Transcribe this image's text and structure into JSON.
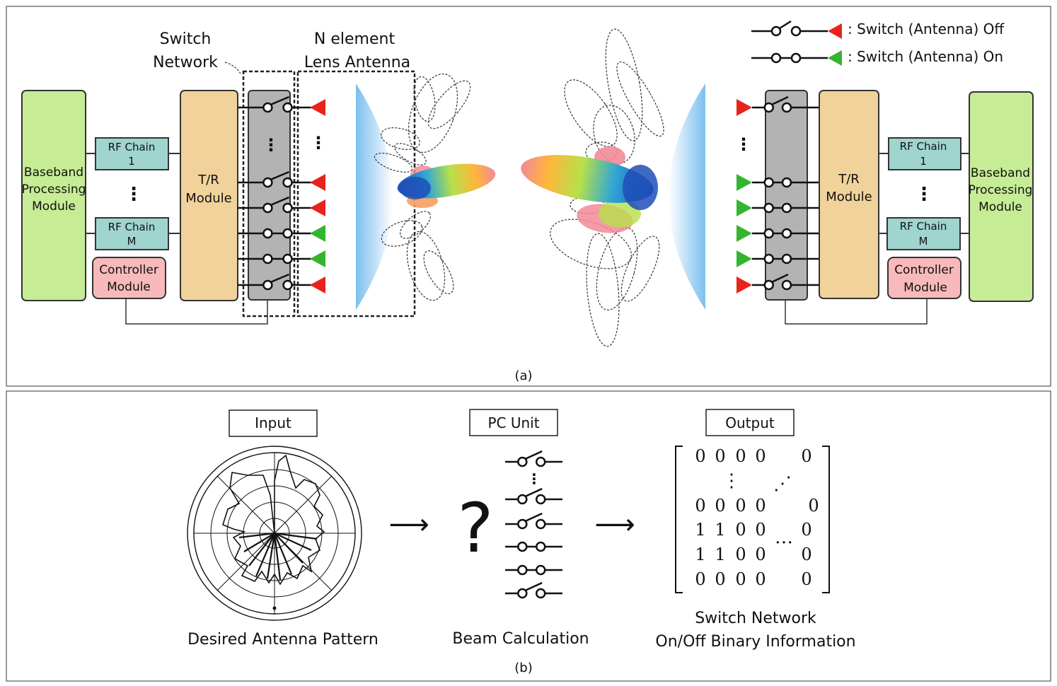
{
  "panel_a": {
    "label": "(a)",
    "switch_network_label": [
      "Switch",
      "Network"
    ],
    "lens_label": [
      "N element",
      "Lens Antenna"
    ],
    "legend_off": ": Switch (Antenna) Off",
    "legend_on": ": Switch (Antenna) On",
    "baseband": [
      "Baseband",
      "Processing",
      "Module"
    ],
    "rf_chain_1": [
      "RF Chain",
      "1"
    ],
    "rf_chain_m": [
      "RF Chain",
      "M"
    ],
    "tr_module": [
      "T/R",
      "Module"
    ],
    "controller": [
      "Controller",
      "Module"
    ],
    "ellipsis_v": "⋮",
    "colors": {
      "baseband": "#c6ec95",
      "rf": "#9fd4cf",
      "tr": "#f1d29a",
      "controller": "#f7b9b9",
      "switch_bank": "#b3b3b3",
      "antenna_off": "#e8231c",
      "antenna_on": "#35b52f",
      "lens": "#8cc8ef"
    }
  },
  "panel_b": {
    "label": "(b)",
    "input_label": "Input",
    "input_caption": "Desired Antenna Pattern",
    "pc_label": "PC Unit",
    "pc_symbol": "?",
    "pc_caption": "Beam Calculation",
    "output_label": "Output",
    "output_caption": [
      "Switch Network",
      "On/Off Binary Information"
    ],
    "arrow": "⟶",
    "matrix_rows": [
      [
        "0",
        "0",
        "0",
        "0",
        "0"
      ],
      [
        "0",
        "0",
        "0",
        "0",
        "0"
      ],
      [
        "1",
        "1",
        "0",
        "0",
        "0"
      ],
      [
        "1",
        "1",
        "0",
        "0",
        "0"
      ],
      [
        "0",
        "0",
        "0",
        "0",
        "0"
      ]
    ],
    "matrix_dots_v": "⋮",
    "matrix_dots_d": "⋰",
    "matrix_dots_h": "…"
  }
}
